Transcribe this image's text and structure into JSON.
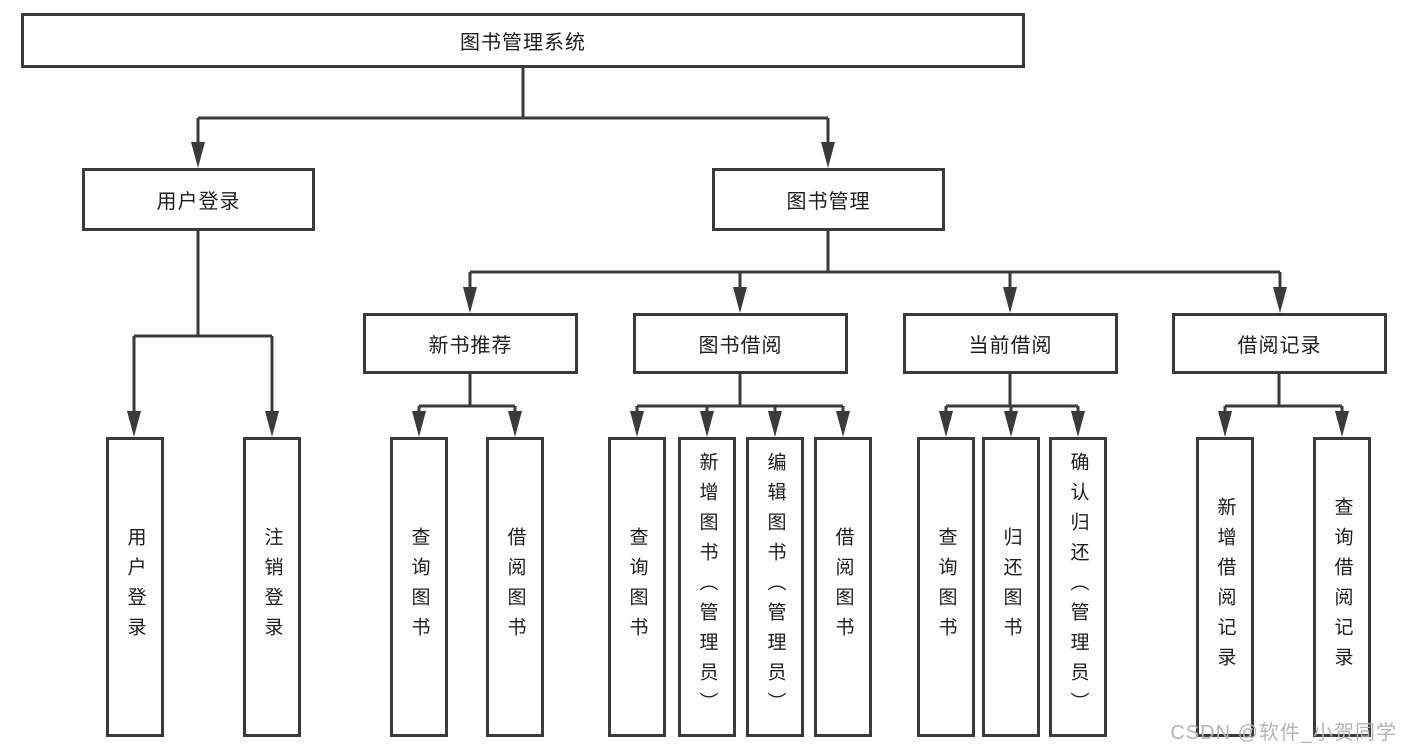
{
  "diagram": {
    "title": "图书管理系统",
    "tree": {
      "label": "图书管理系统",
      "children": [
        {
          "label": "用户登录",
          "children": [
            {
              "label": "用户登录"
            },
            {
              "label": "注销登录"
            }
          ]
        },
        {
          "label": "图书管理",
          "children": [
            {
              "label": "新书推荐",
              "children": [
                {
                  "label": "查询图书"
                },
                {
                  "label": "借阅图书"
                }
              ]
            },
            {
              "label": "图书借阅",
              "children": [
                {
                  "label": "查询图书"
                },
                {
                  "label": "新增图书（管理员）"
                },
                {
                  "label": "编辑图书（管理员）"
                },
                {
                  "label": "借阅图书"
                }
              ]
            },
            {
              "label": "当前借阅",
              "children": [
                {
                  "label": "查询图书"
                },
                {
                  "label": "归还图书"
                },
                {
                  "label": "确认归还（管理员）"
                }
              ]
            },
            {
              "label": "借阅记录",
              "children": [
                {
                  "label": "新增借阅记录"
                },
                {
                  "label": "查询借阅记录"
                }
              ]
            }
          ]
        }
      ]
    },
    "line_color": "#3a3a3a",
    "text_color": "#1c1c1c",
    "watermark_color": "#b5b5b5"
  },
  "watermark": "CSDN @软件_小贺同学"
}
